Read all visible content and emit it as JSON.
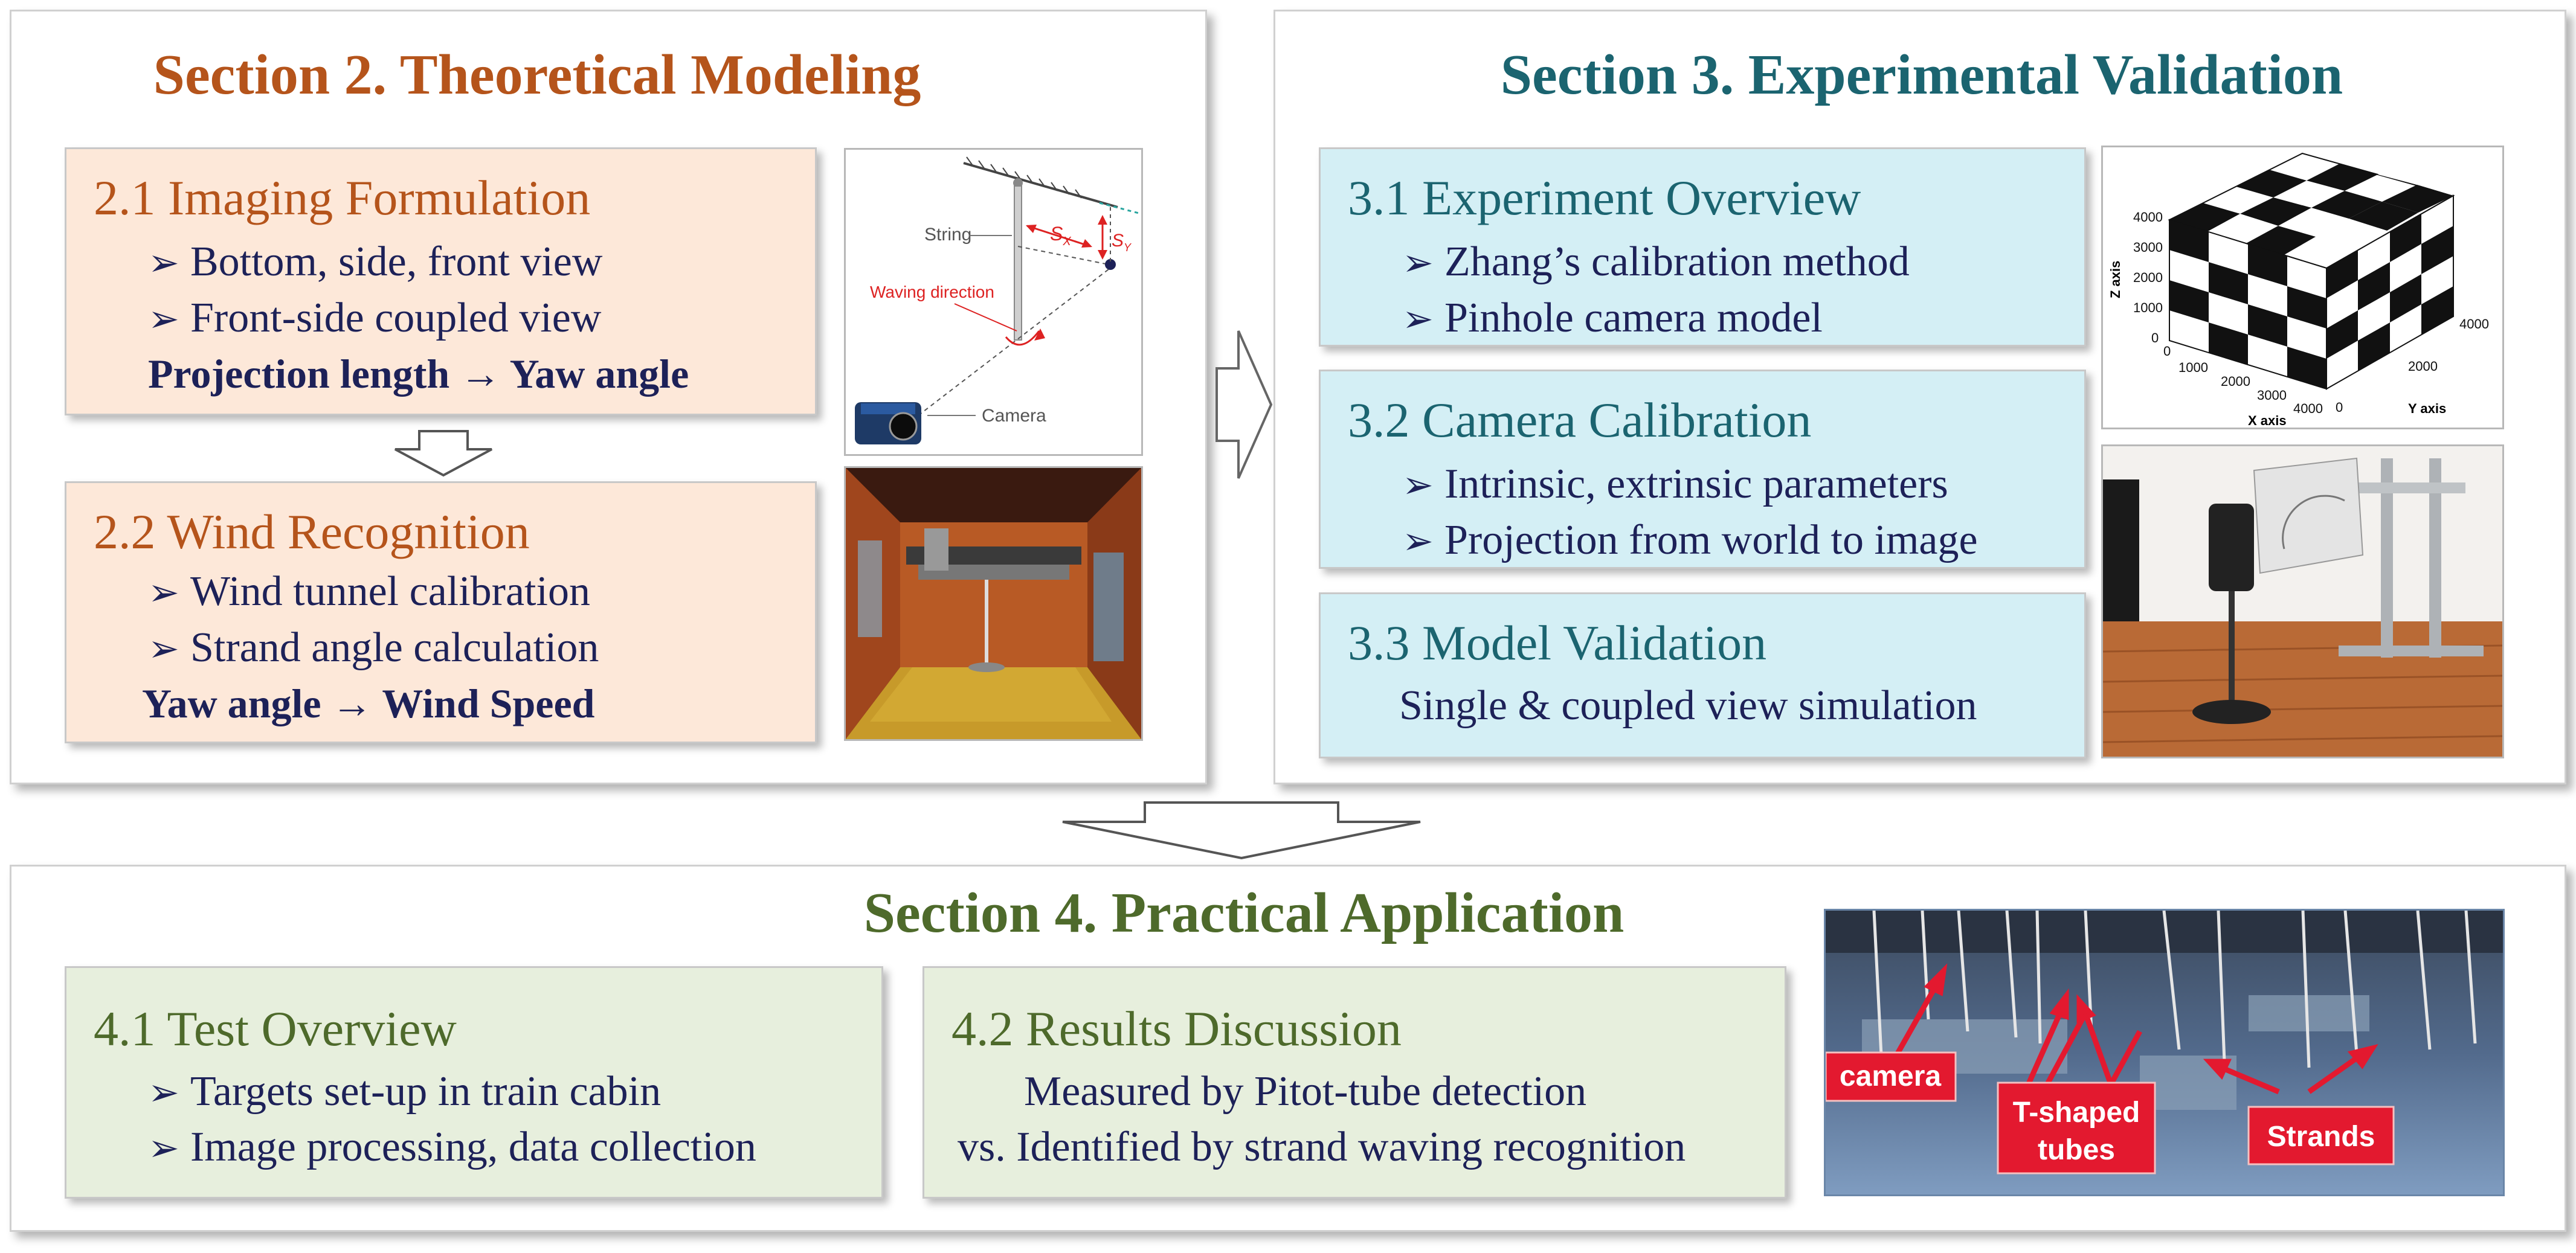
{
  "colors": {
    "section2": "#b5541b",
    "section3": "#1b6470",
    "section4": "#4e6a2b",
    "body_text": "#1d2158",
    "callout_red": "#e3192f"
  },
  "section2": {
    "title": "Section 2. Theoretical Modeling",
    "box1": {
      "title": "2.1 Imaging Formulation",
      "items": [
        "Bottom, side, front view",
        "Front-side coupled view"
      ],
      "conclusion": "Projection length → Yaw angle"
    },
    "box2": {
      "title": "2.2 Wind Recognition",
      "items": [
        "Wind tunnel calibration",
        "Strand angle calculation"
      ],
      "conclusion": "Yaw angle → Wind Speed"
    },
    "diagram": {
      "string_label": "String",
      "waving_label": "Waving direction",
      "camera_label": "Camera",
      "sx_label": "S",
      "sx_sub": "X",
      "sy_label": "S",
      "sy_sub": "Y"
    }
  },
  "section3": {
    "title": "Section 3. Experimental Validation",
    "box1": {
      "title": "3.1 Experiment Overview",
      "items": [
        "Zhang’s calibration method",
        "Pinhole camera model"
      ]
    },
    "box2": {
      "title": "3.2 Camera Calibration",
      "items": [
        "Intrinsic, extrinsic parameters",
        "Projection from world to image"
      ]
    },
    "box3": {
      "title": "3.3 Model Validation",
      "text": "Single & coupled view simulation"
    },
    "plot": {
      "zlabel": "Z axis",
      "xlabel": "X axis",
      "ylabel": "Y axis",
      "z_ticks": [
        "4000",
        "3000",
        "2000",
        "1000",
        "0"
      ],
      "x_ticks": [
        "0",
        "1000",
        "2000",
        "3000",
        "4000"
      ],
      "y_ticks": [
        "0",
        "2000",
        "4000"
      ]
    }
  },
  "section4": {
    "title": "Section 4. Practical Application",
    "box1": {
      "title": "4.1 Test Overview",
      "items": [
        "Targets set-up in train cabin",
        "Image processing, data collection"
      ]
    },
    "box2": {
      "title": "4.2 Results Discussion",
      "lines": [
        "Measured by Pitot-tube detection",
        "vs. Identified by strand waving recognition"
      ]
    },
    "photo_labels": {
      "camera": "camera",
      "tubes_1": "T-shaped",
      "tubes_2": "tubes",
      "strands": "Strands"
    }
  },
  "bullet_glyph": "➢"
}
